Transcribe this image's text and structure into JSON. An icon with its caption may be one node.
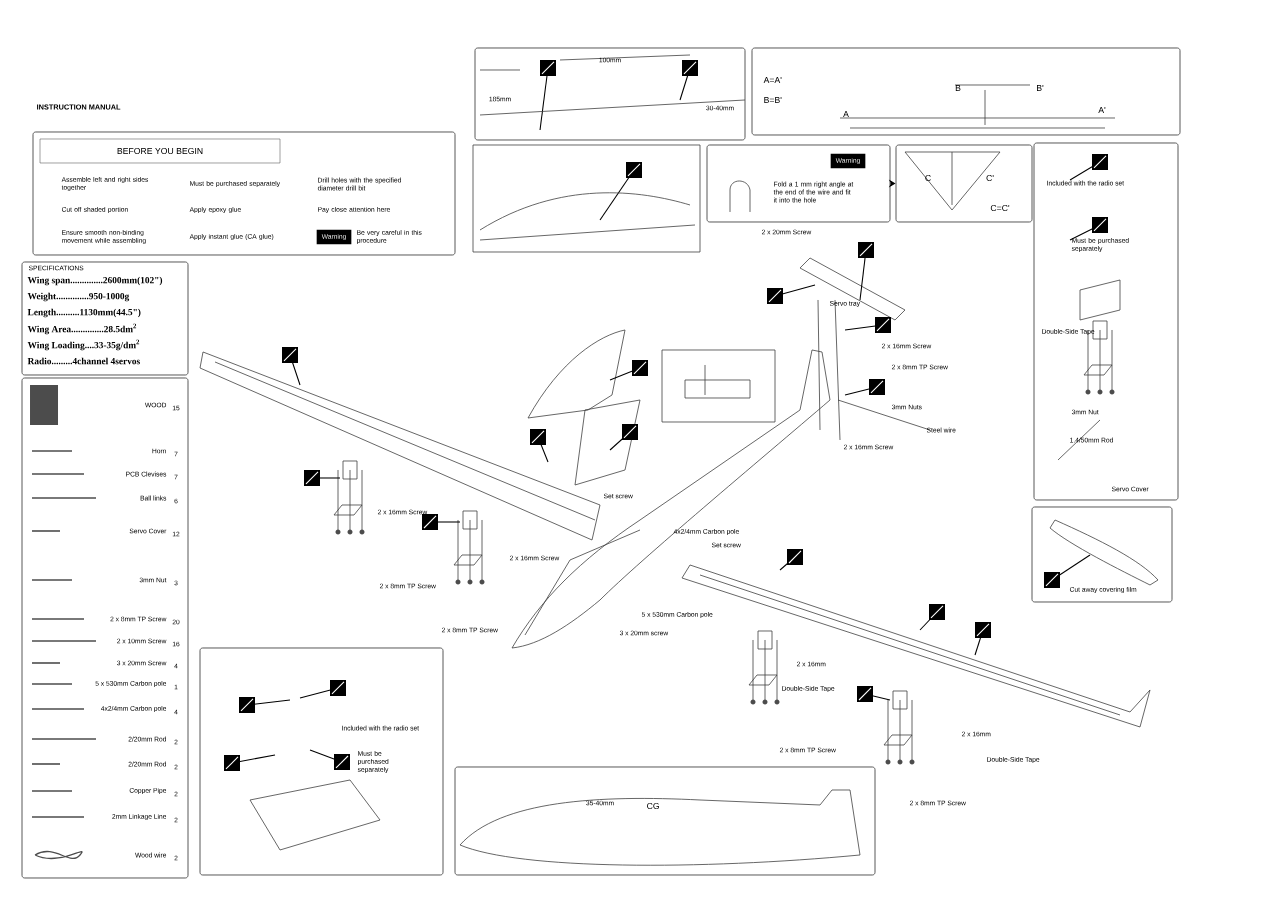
{
  "diagram": {
    "nodes": [
      {
        "text": [
          "BEFORE YOU BEGIN",
          "Assemble left and right sides together",
          "Must be purchased separately",
          "Drill holes with the specified diameter drill bit",
          "Cut off shaded portion",
          "Apply epoxy glue",
          "Pay close attention here",
          "Ensure smooth non-binding movement while assembling",
          "Apply instant glue (CA glue)",
          "Warning",
          "Be very careful in this procedure"
        ]
      },
      {
        "text": [
          "SPECIFICATIONS",
          "Wing span..............2600mm(102\")",
          "Weight..............950-1000g",
          "Length..........1130mm(44.5\")",
          "Wing Area..............28.5dm$^{2}$",
          "Wing Loading....33-35g/dm$^{2}$",
          "Radio.........4channel 4servos"
        ]
      },
      {
        "text": [
          "WOOD",
          "15",
          "Horn",
          "7",
          "PCB Clevises",
          "7",
          "Ball links",
          "6",
          "Servo Cover",
          "12",
          "3mm Nut",
          "3",
          "2 x 8mm TP Screw",
          "20",
          "2 x 10mm Screw",
          "16",
          "3 x 20mm Screw",
          "4",
          "5 x 530mm Carbon pole",
          "1",
          "4x2/4mm Carbon pole",
          "4",
          "2/20mm Rod",
          "2",
          "2/20mm Rod",
          "2",
          "Copper Pipe",
          "2",
          "2mm Linkage Line",
          "2",
          "Wood wire",
          "2"
        ]
      },
      {
        "text": [
          "185mm",
          "100mm",
          "30-40mm"
        ]
      },
      {
        "text": [
          "A=A'",
          "B=B'",
          "A",
          "B",
          "B'",
          "A'"
        ]
      },
      {
        "text": [
          "Warning",
          "Fold a 1 mm right angle at the end of the wire and fit it into the hole"
        ]
      },
      {
        "text": [
          "C",
          "C'",
          "C=C'"
        ]
      },
      {
        "text": [
          "Included with the radio set",
          "Must be purchased separately",
          "Double-Side Tape",
          "3mm Nut",
          "1.4/50mm Rod",
          "Servo Cover"
        ]
      },
      {
        "text": [
          "Cut away covering film"
        ]
      },
      {
        "text": [
          "Included with the radio set",
          "Must be purchased separately"
        ]
      },
      {
        "text": [
          "35-40mm",
          "CG"
        ]
      }
    ],
    "edges": [
      {
        "from": 5,
        "to": 6,
        "arrow": "to"
      }
    ],
    "labels": [
      "INSTRUCTION MANUAL",
      "2 x 20mm Screw",
      "Servo tray",
      "2 x 16mm Screw",
      "2 x 8mm TP Screw",
      "3mm Nuts",
      "Steel wire",
      "2 x 16mm Screw",
      "Set screw",
      "4x2/4mm Carbon pole",
      "Set screw",
      "5 x 530mm Carbon pole",
      "3 x 20mm screw",
      "2 x 16mm Screw",
      "2 x 8mm TP Screw",
      "2 x 16mm Screw",
      "2 x 8mm TP Screw",
      "2 x 16mm",
      "Double-Side Tape",
      "2 x 8mm TP Screw",
      "2 x 16mm",
      "Double-Side Tape",
      "2 x 8mm TP Screw"
    ]
  }
}
